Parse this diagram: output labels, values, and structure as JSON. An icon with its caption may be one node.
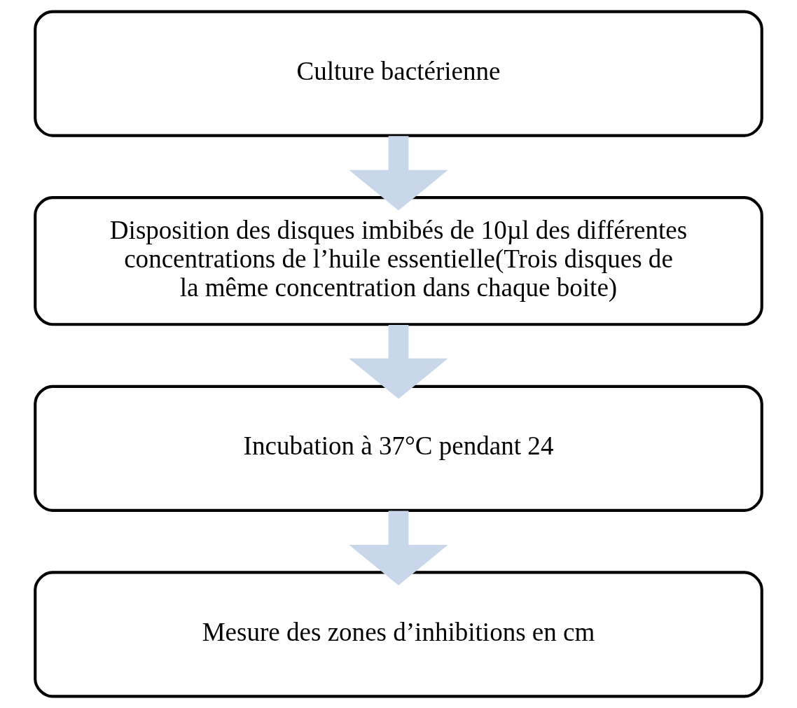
{
  "diagram": {
    "nodes": [
      {
        "text": [
          "Culture bactérienne"
        ]
      },
      {
        "text": [
          "Disposition des disques imbibés de 10µl des différentes concentrations de l’huile essentielle(Trois disques de la même concentration dans chaque boite)"
        ]
      },
      {
        "text": [
          "Incubation à 37°C pendant 24"
        ]
      },
      {
        "text": [
          "Mesure des zones d’inhibitions en cm"
        ]
      }
    ],
    "edges": [
      {
        "from": 0,
        "to": 1,
        "arrow": "to"
      },
      {
        "from": 1,
        "to": 2,
        "arrow": "to"
      },
      {
        "from": 2,
        "to": 3,
        "arrow": "to"
      }
    ]
  }
}
